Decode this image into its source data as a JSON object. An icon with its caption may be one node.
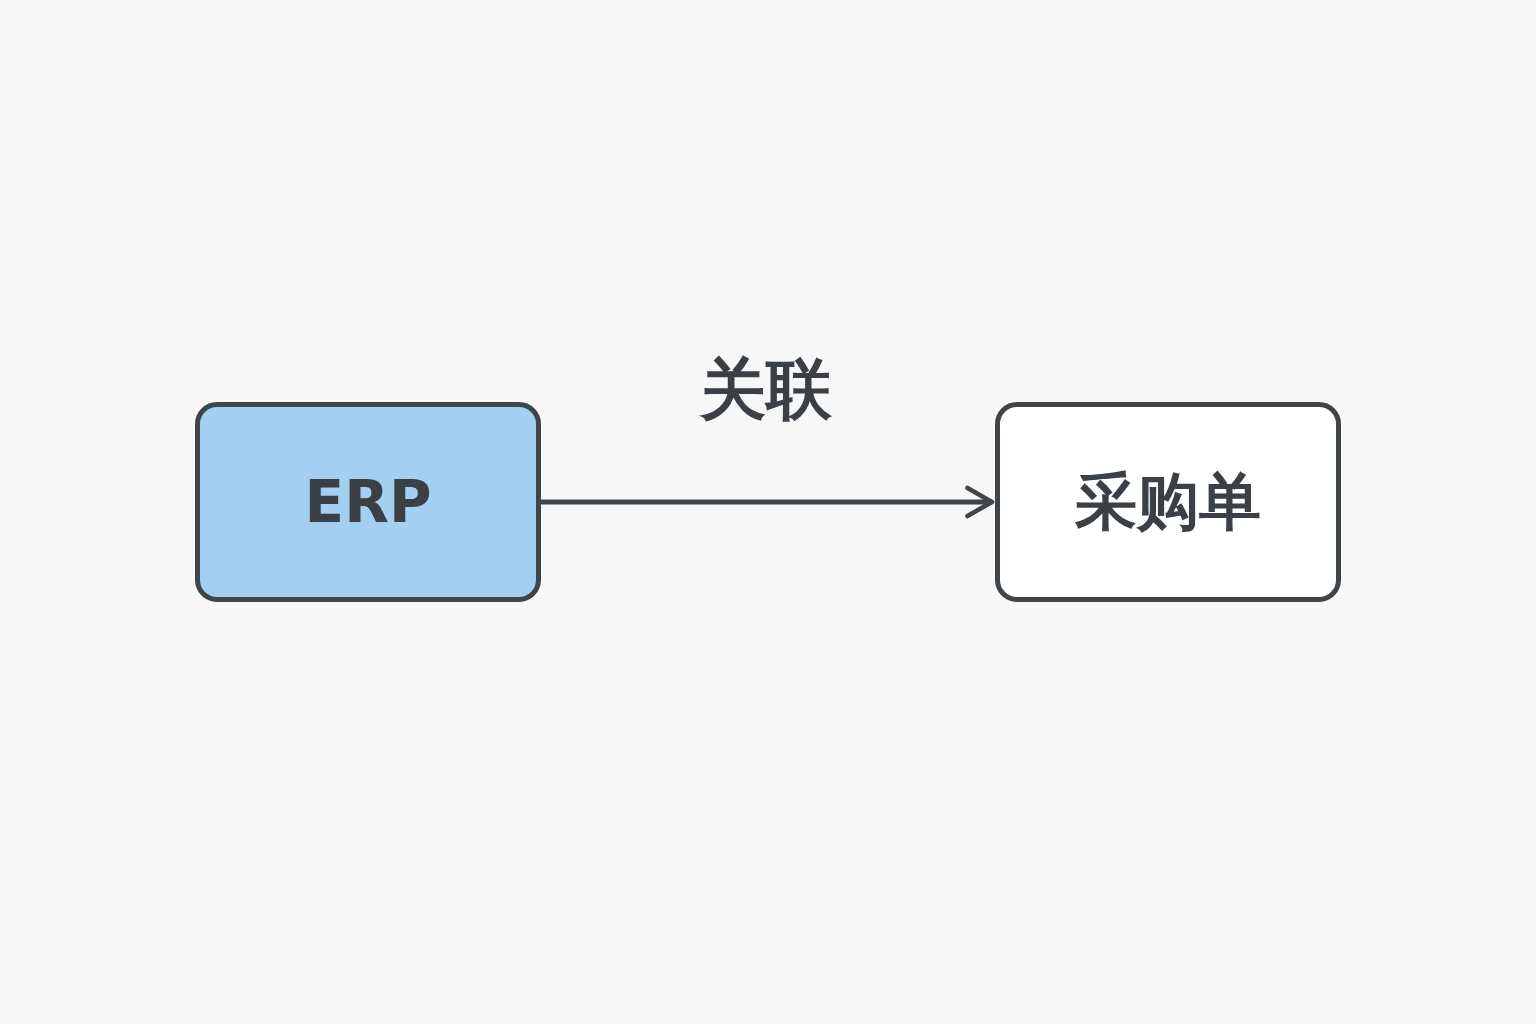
{
  "diagram": {
    "nodes": [
      {
        "text": [
          "ERP"
        ]
      },
      {
        "text": [
          "采购单"
        ]
      }
    ],
    "edges": [
      {
        "from": 0,
        "to": 1,
        "arrow": "to",
        "label": "关联"
      }
    ]
  }
}
